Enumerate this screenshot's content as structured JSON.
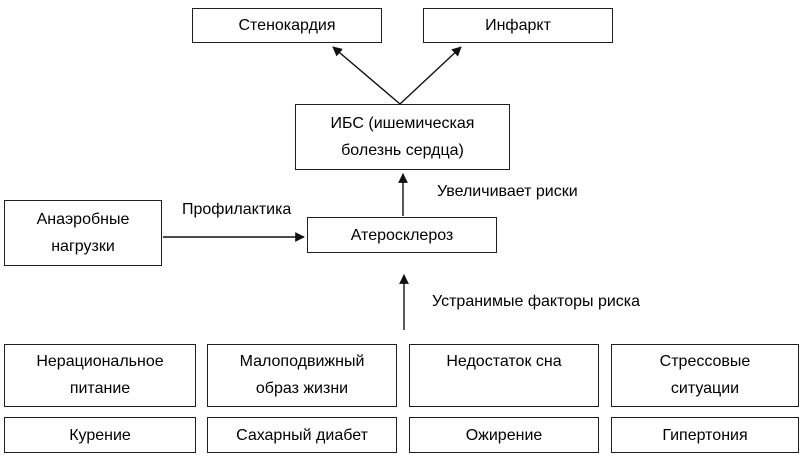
{
  "diagram": {
    "background_color": "#ffffff",
    "box_border_color": "#1f1f1f",
    "text_color": "#000000",
    "arrow_color": "#111111",
    "nodes": {
      "angina": "Стенокардия",
      "infarction": "Инфаркт",
      "ibs": "ИБС (ишемическая\nболезнь сердца)",
      "anaerobic": "Анаэробные\nнагрузки",
      "atherosclerosis": "Атеросклероз",
      "nutrition": "Нерациональное\nпитание",
      "sedentary": "Малоподвижный\nобраз жизни",
      "sleep": "Недостаток сна",
      "stress": "Стрессовые\nситуации",
      "smoking": "Курение",
      "diabetes": "Сахарный диабет",
      "obesity": "Ожирение",
      "hypertension": "Гипертония"
    },
    "edge_labels": {
      "prophylaxis": "Профилактика",
      "increases_risks": "Увеличивает риски",
      "removable_risk_factors": "Устранимые факторы риска"
    }
  }
}
